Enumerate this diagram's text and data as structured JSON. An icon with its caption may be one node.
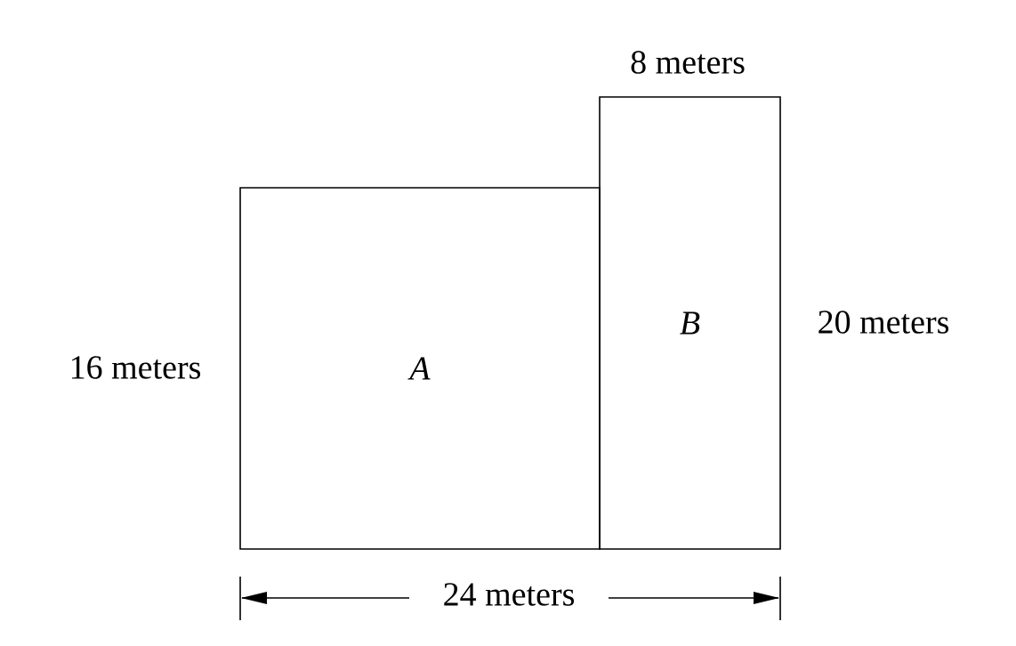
{
  "diagram": {
    "nodes": [
      {
        "text": [
          "A"
        ]
      },
      {
        "text": [
          "B"
        ]
      }
    ],
    "edges": [],
    "labels": [
      "8 meters",
      "20 meters",
      "16 meters",
      "24 meters"
    ]
  }
}
